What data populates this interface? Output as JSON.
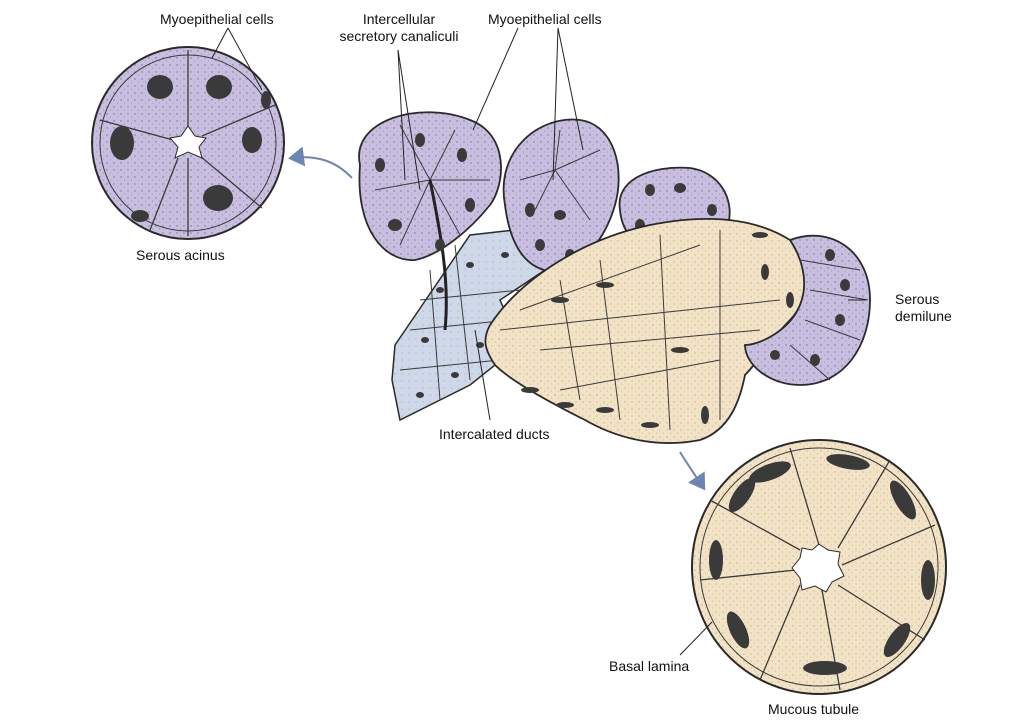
{
  "labels": {
    "myoepithelial_left": "Myoepithelial cells",
    "intercellular_canaliculi": "Intercellular\nsecretory canaliculi",
    "myoepithelial_right": "Myoepithelial cells",
    "serous_acinus": "Serous acinus",
    "serous_demilune": "Serous\ndemilune",
    "intercalated_ducts": "Intercalated ducts",
    "basal_lamina": "Basal lamina",
    "mucous_tubule": "Mucous tubule"
  },
  "colors": {
    "serous": "#c8bfe0",
    "mucous": "#f3e3c6",
    "duct": "#cfd8e8",
    "nucleus": "#3a3a3a",
    "outline": "#2a2a2a"
  }
}
